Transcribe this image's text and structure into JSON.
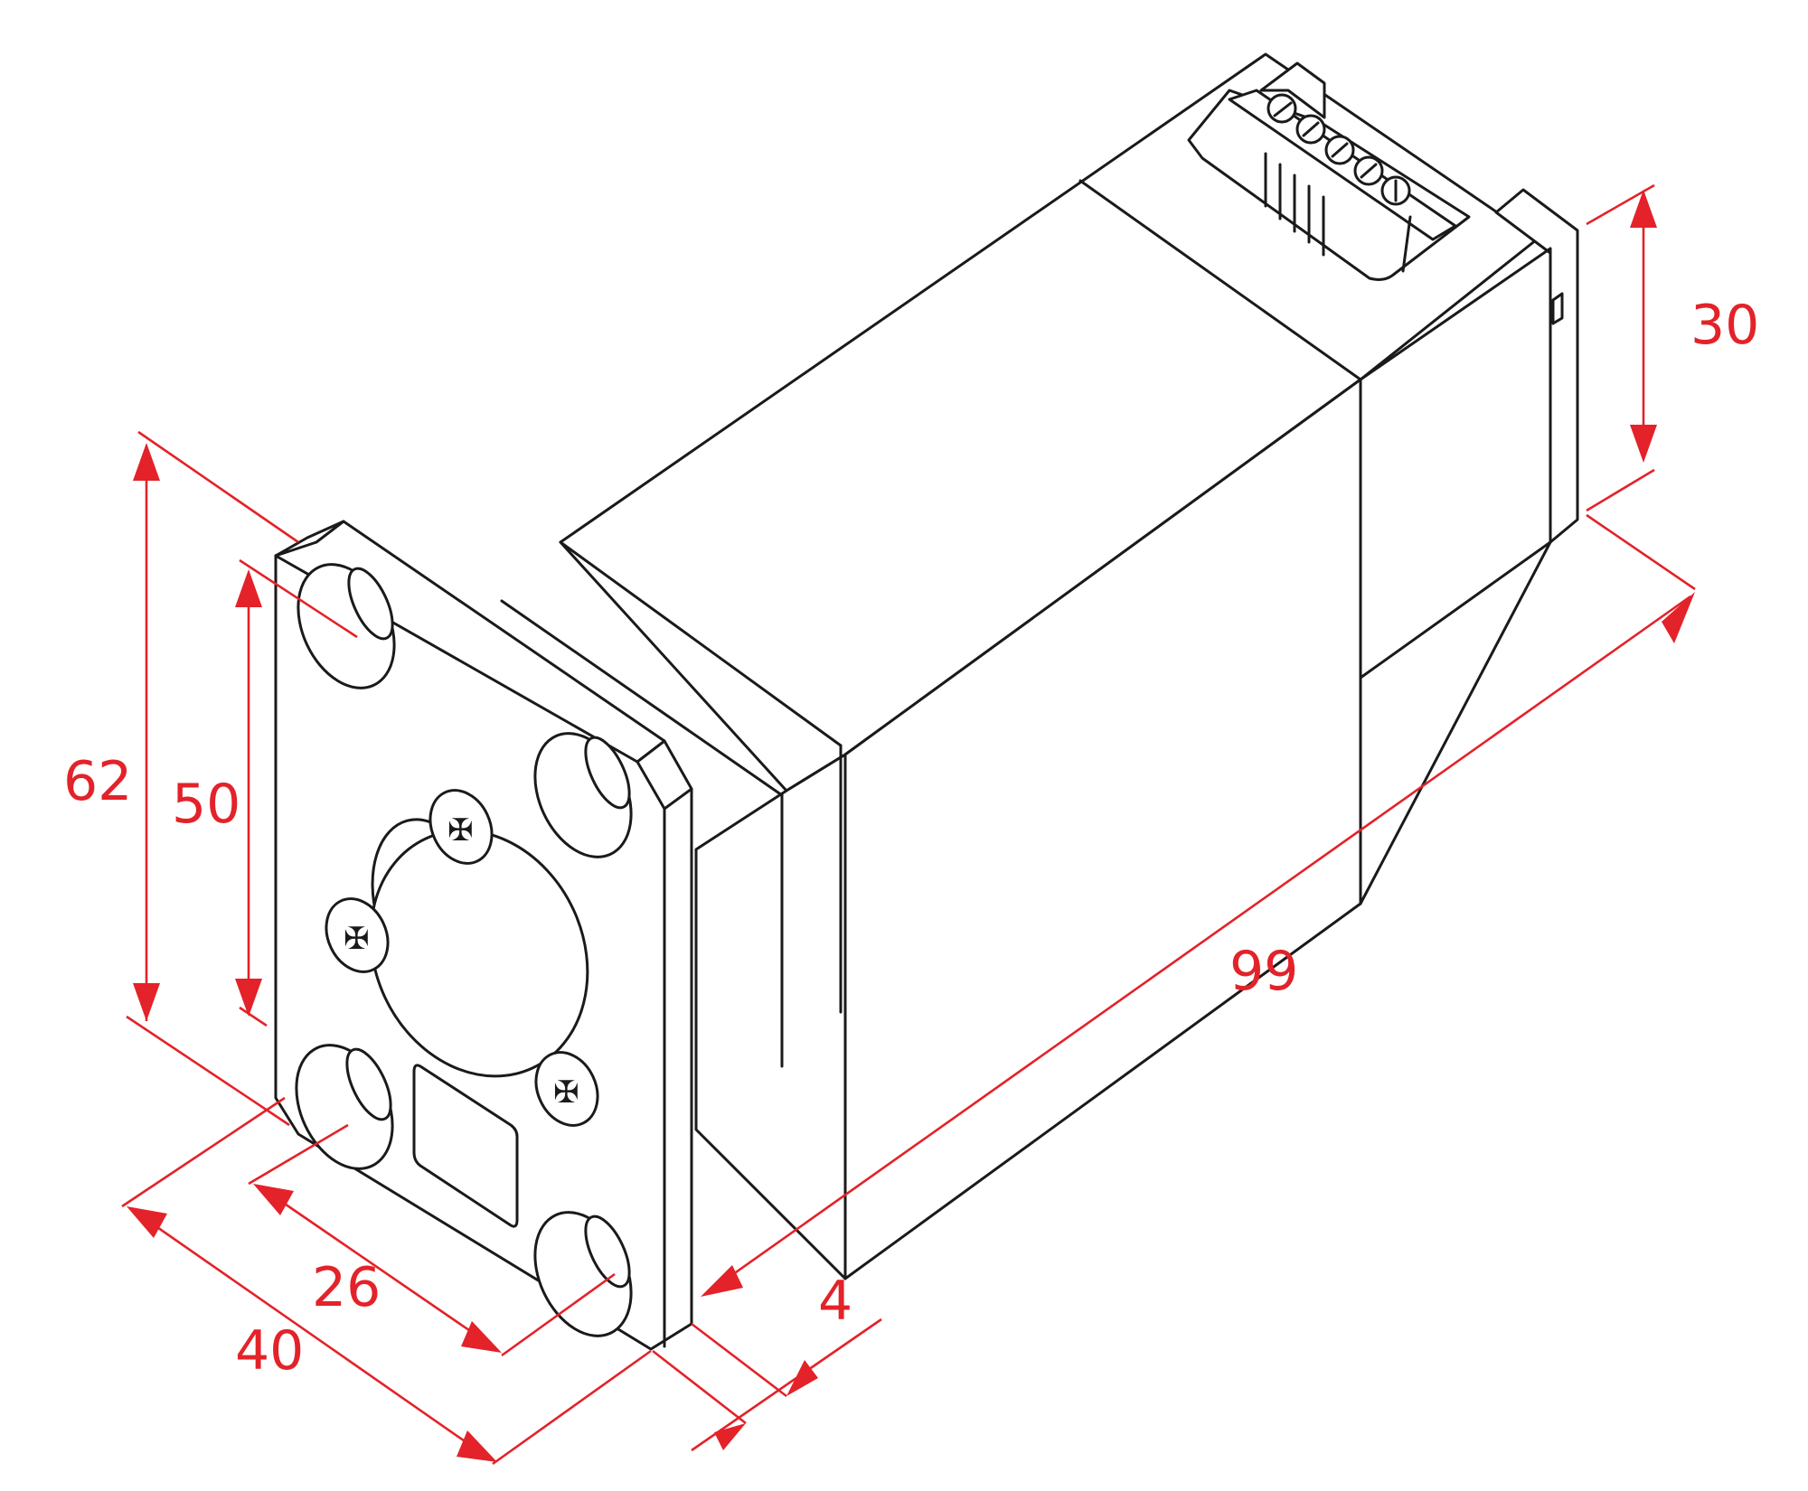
{
  "figure": {
    "type": "isometric dimension drawing",
    "subject": "rectangular flange-mounted module with terminal block",
    "line_color": "#1a1a1a",
    "dimension_color": "#e32229"
  },
  "dimensions": {
    "flange_height": "62",
    "hole_spacing_vertical": "50",
    "body_height": "30",
    "overall_length": "99",
    "hole_spacing_horizontal": "26",
    "flange_width": "40",
    "flange_thickness": "4"
  },
  "features": {
    "terminal_block_positions": 5,
    "mounting_holes": 4,
    "connector_screws": 3
  }
}
